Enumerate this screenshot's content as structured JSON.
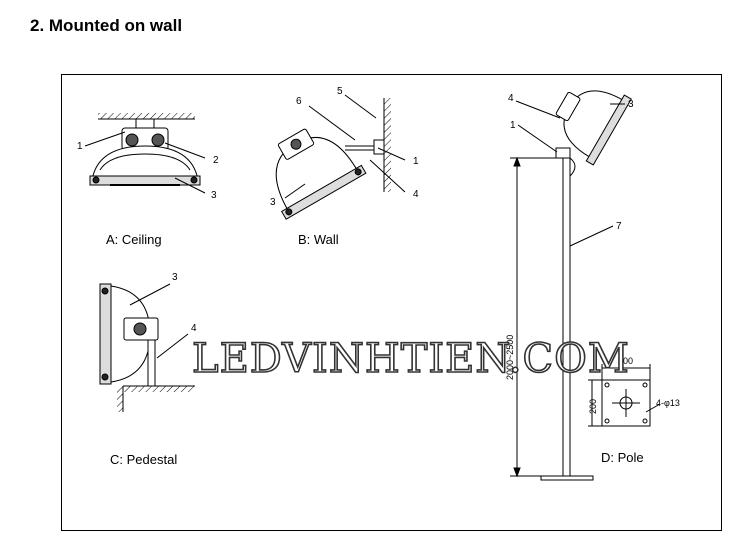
{
  "heading": "2. Mounted on wall",
  "captions": {
    "ceiling": "A: Ceiling",
    "wall": "B: Wall",
    "pedestal": "C: Pedestal",
    "pole": "D: Pole"
  },
  "callouts": {
    "ceiling": [
      "1",
      "2",
      "3"
    ],
    "wall": [
      "5",
      "6",
      "1",
      "4",
      "3"
    ],
    "pedestal": [
      "3",
      "4"
    ],
    "pole": [
      "4",
      "3",
      "1",
      "7"
    ]
  },
  "pole_dimensions": {
    "height": "2000~2500",
    "plate_width": "200",
    "plate_height": "200",
    "holes": "4-φ13"
  },
  "watermark": "LEDVINHTIEN.COM"
}
